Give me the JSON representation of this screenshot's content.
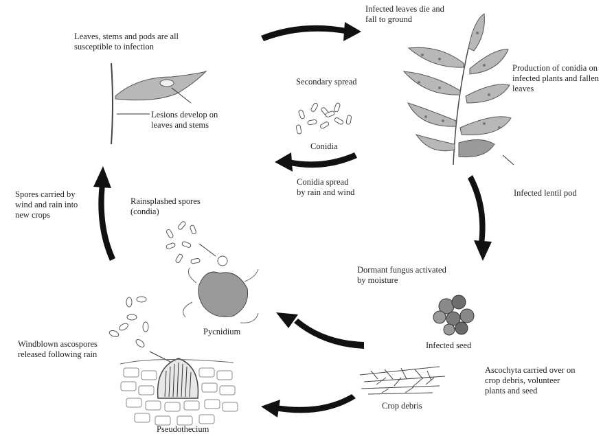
{
  "labels": {
    "infected_leaves": "Infected leaves die and\nfall to ground",
    "leaves_stems_pods": "Leaves, stems and pods are all\nsusceptible to infection",
    "production_conidia": "Production of conidia on\ninfected plants and fallen\nleaves",
    "secondary_spread": "Secondary spread",
    "lesions": "Lesions develop on\nleaves and stems",
    "conidia": "Conidia",
    "conidia_spread": "Conidia spread\nby rain and wind",
    "infected_pod": "Infected lentil pod",
    "spores_carried": "Spores carried by\nwind and rain into\nnew crops",
    "rainsplashed": "Rainsplashed spores\n(condia)",
    "dormant_fungus": "Dormant fungus activated\nby moisture",
    "infected_seed": "Infected seed",
    "pycnidium": "Pycnidium",
    "windblown": "Windblown ascospores\nreleased following rain",
    "carried_over": "Ascochyta carried over on\ncrop debris, volunteer\nplants and seed",
    "crop_debris": "Crop debris",
    "pseudothecium": "Pseudothecium"
  },
  "colors": {
    "arrow": "#111111",
    "leaf_fill": "#b8b8b8",
    "leaf_stroke": "#555555",
    "seed_fill": "#7a7a7a",
    "line": "#333333"
  }
}
